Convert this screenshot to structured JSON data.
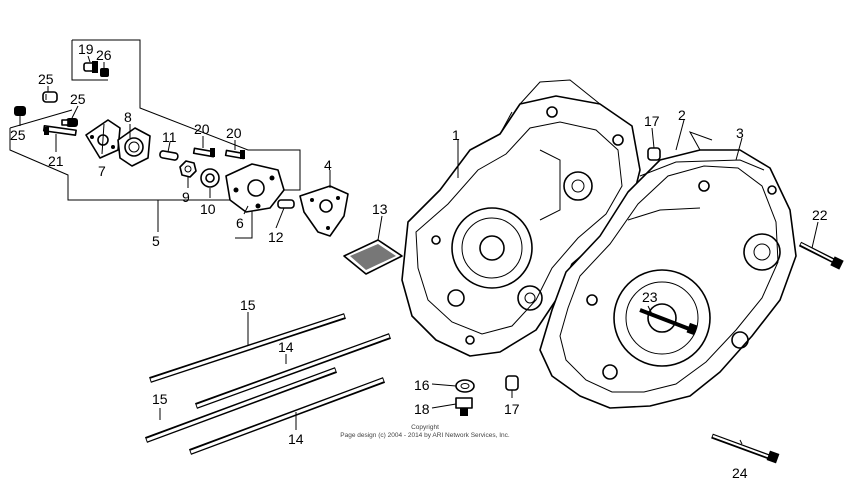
{
  "diagram": {
    "labels": {
      "p1": "1",
      "p2": "2",
      "p3": "3",
      "p4": "4",
      "p5": "5",
      "p6": "6",
      "p7": "7",
      "p8": "8",
      "p9": "9",
      "p10": "10",
      "p11": "11",
      "p12": "12",
      "p13": "13",
      "p14a": "14",
      "p14b": "14",
      "p15a": "15",
      "p15b": "15",
      "p16": "16",
      "p17a": "17",
      "p17b": "17",
      "p18": "18",
      "p19": "19",
      "p20a": "20",
      "p20b": "20",
      "p21": "21",
      "p22": "22",
      "p23": "23",
      "p24": "24",
      "p25a": "25",
      "p25b": "25",
      "p25c": "25",
      "p26": "26"
    }
  },
  "footer": {
    "line1": "Copyright",
    "line2": "Page design (c) 2004 - 2014 by ARI Network Services, Inc."
  }
}
